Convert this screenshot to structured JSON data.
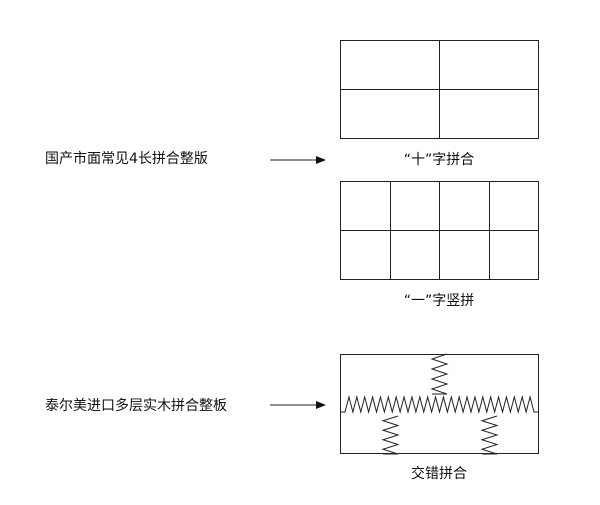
{
  "labels": {
    "domestic": "国产市面常见4长拼合整版",
    "imported": "泰尔美进口多层实木拼合整板"
  },
  "captions": {
    "cross": "“十”字拼合",
    "vertical": "“一”字竖拼",
    "staggered": "交错拼合"
  }
}
